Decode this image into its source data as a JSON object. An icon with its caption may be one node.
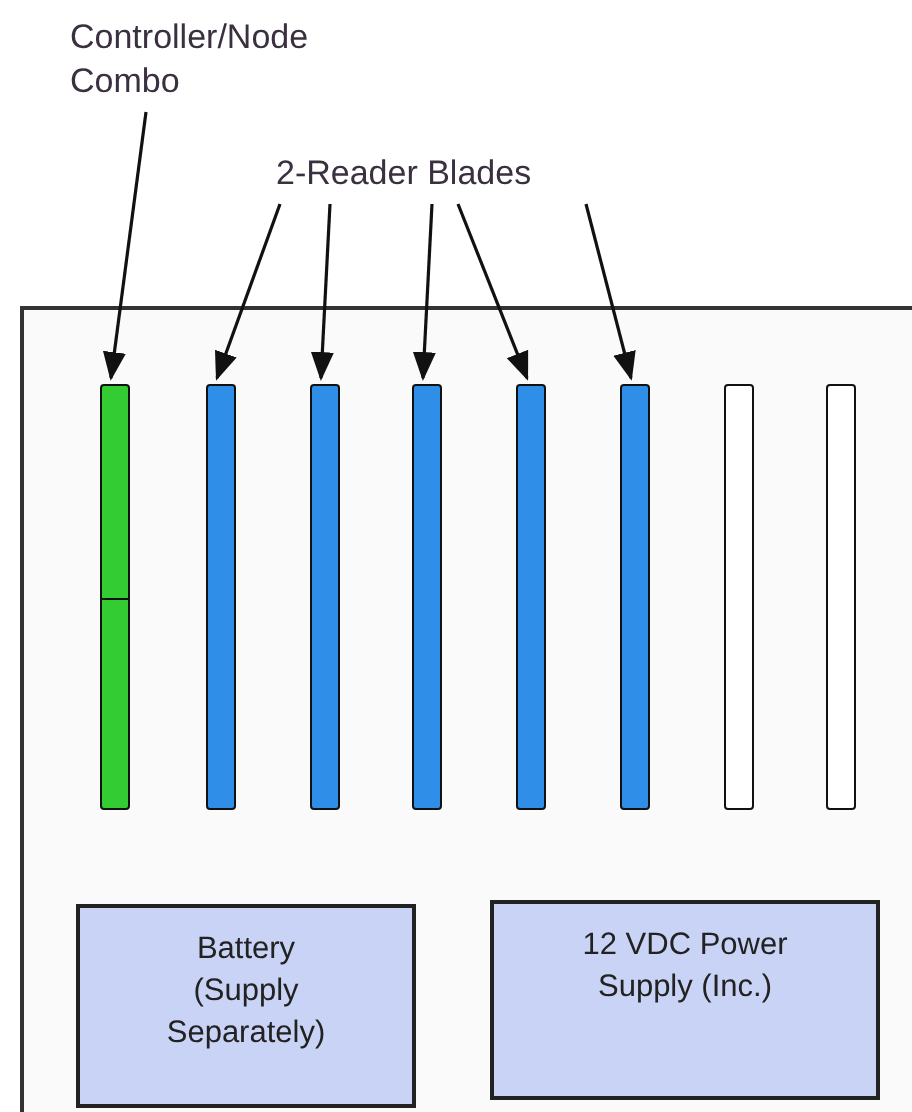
{
  "diagram": {
    "nodes": [
      {
        "text": [
          "Controller/Node Combo"
        ]
      },
      {
        "text": [
          "2-Reader Blades"
        ]
      },
      {
        "text": [],
        "shape": "box"
      },
      {
        "text": [],
        "shape": "bar",
        "in": 2
      },
      {
        "text": [],
        "shape": "bar",
        "in": 2
      },
      {
        "text": [],
        "shape": "bar",
        "in": 2
      },
      {
        "text": [],
        "shape": "bar",
        "in": 2
      },
      {
        "text": [],
        "shape": "bar",
        "in": 2
      },
      {
        "text": [],
        "shape": "bar",
        "in": 2
      },
      {
        "text": [],
        "shape": "bar",
        "in": 2
      },
      {
        "text": [],
        "shape": "bar",
        "in": 2
      },
      {
        "text": [
          "Battery (Supply Separately)"
        ],
        "in": 2
      },
      {
        "text": [
          "12 VDC Power Supply (Inc.)"
        ],
        "in": 2
      }
    ],
    "edges": [
      {
        "from": 0,
        "to": 3,
        "arrow": "to"
      },
      {
        "from": 1,
        "to": 4,
        "arrow": "to"
      },
      {
        "from": 1,
        "to": 5,
        "arrow": "to"
      },
      {
        "from": 1,
        "to": 6,
        "arrow": "to"
      },
      {
        "from": 1,
        "to": 7,
        "arrow": "to"
      },
      {
        "from": 1,
        "to": 8,
        "arrow": "to"
      }
    ]
  }
}
